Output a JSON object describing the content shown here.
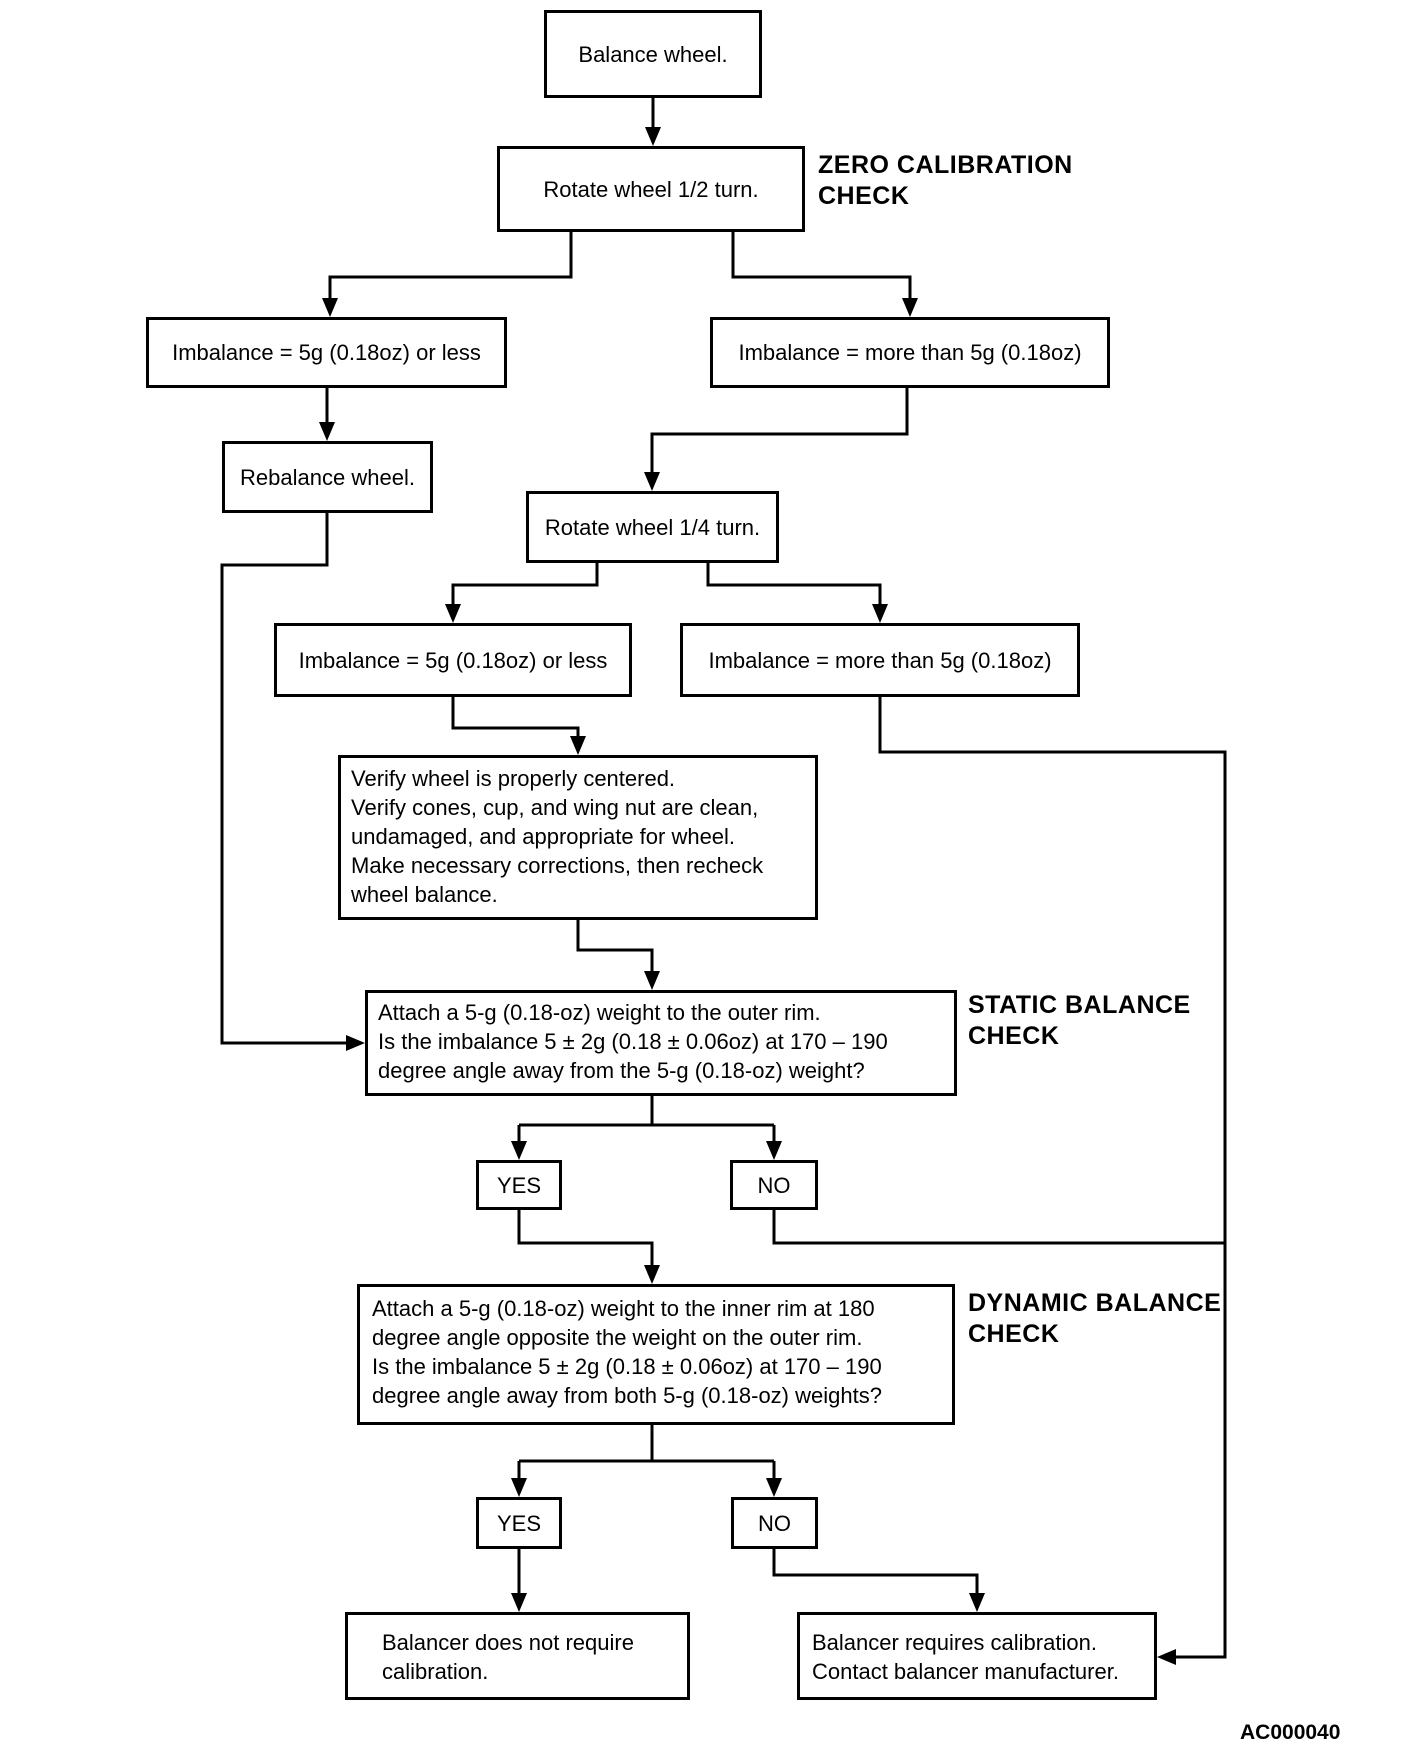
{
  "diagram": {
    "title_code": "AC000040",
    "colors": {
      "line": "#000000",
      "background": "#ffffff",
      "text": "#000000"
    },
    "nodes": {
      "balance_wheel": "Balance wheel.",
      "rotate_half": "Rotate wheel 1/2 turn.",
      "imbalance_less_1": "Imbalance = 5g (0.18oz) or less",
      "imbalance_more_1": "Imbalance = more than 5g (0.18oz)",
      "rebalance": "Rebalance wheel.",
      "rotate_quarter": "Rotate wheel 1/4 turn.",
      "imbalance_less_2": "Imbalance = 5g (0.18oz) or less",
      "imbalance_more_2": "Imbalance = more than 5g (0.18oz)",
      "verify": [
        "Verify wheel is properly centered.",
        "Verify cones, cup, and wing nut are clean,",
        "undamaged, and appropriate for wheel.",
        "Make necessary corrections, then recheck",
        "wheel balance."
      ],
      "static_check": [
        "Attach a 5-g (0.18-oz) weight to the outer rim.",
        "Is the imbalance 5 ± 2g (0.18 ± 0.06oz) at 170 – 190",
        "degree angle away from the 5-g (0.18-oz) weight?"
      ],
      "yes1": "YES",
      "no1": "NO",
      "dynamic_check": [
        "Attach a 5-g (0.18-oz) weight to the inner rim at 180",
        "degree angle opposite the weight on the outer rim.",
        "Is the imbalance 5 ± 2g (0.18 ± 0.06oz) at 170 – 190",
        "degree angle away from both 5-g (0.18-oz) weights?"
      ],
      "yes2": "YES",
      "no2": "NO",
      "no_calibration": [
        "Balancer does not require",
        "calibration."
      ],
      "requires_calibration": [
        "Balancer requires calibration.",
        "Contact balancer manufacturer."
      ]
    },
    "labels": {
      "zero": [
        "ZERO CALIBRATION",
        "CHECK"
      ],
      "static": [
        "STATIC BALANCE",
        "CHECK"
      ],
      "dynamic": [
        "DYNAMIC BALANCE",
        "CHECK"
      ]
    }
  }
}
